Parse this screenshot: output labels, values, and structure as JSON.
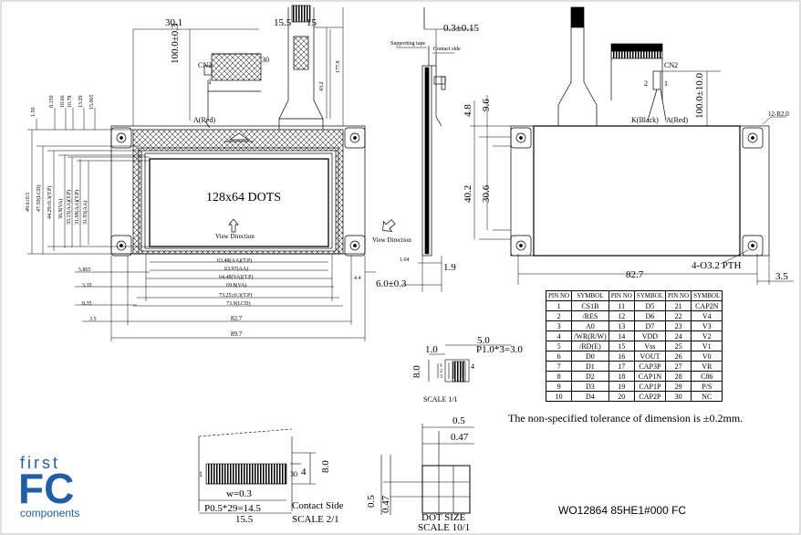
{
  "front_view": {
    "dim_top": "30.1",
    "dim_cable_height": "100.0±0.3",
    "connector": "CN2",
    "pin30": "30",
    "pin1_top": "1",
    "dim_cable_15_5": "15.5",
    "dim_cable_15": "15",
    "dim_43_2": "43.2",
    "dim_177_8": "177.8",
    "anode": "A(Red)",
    "display_text": "128x64 DOTS",
    "view_direction": "View Direction",
    "aa_labels": [
      "63.48(AA)(T.P)",
      "63.97(AA)",
      "64.48(VA)(T.P)",
      "69.8(VA)",
      "73.25±0.3(T.P)",
      "73.9(LCD)"
    ],
    "bottom_dims": [
      "82.7",
      "89.7"
    ],
    "left_dims": [
      "5.865",
      "3.35",
      "8.35",
      "3.5"
    ],
    "left_vert_dims": [
      "49.6±0.5",
      "47.50(LCD)",
      "44.29±0.3(T.P)",
      "36.9(VA)",
      "33.15(AA)(T.P)",
      "31.98(AA)(T.P)",
      "31.93(AA)"
    ],
    "top_vert_dims": [
      "1.50",
      "8.150",
      "10.66",
      "10.78",
      "13.29",
      "15.065"
    ],
    "dim_4_4": "4.4"
  },
  "side_view": {
    "dim_0_3": "0.3±0.15",
    "supporting_tape": "Supporting tape",
    "contact_side": "Contact side",
    "dim_1_04": "1.04",
    "dim_1_9": "1.9",
    "dim_6_0": "6.0±0.3",
    "view_direction": "View Direction"
  },
  "rear_view": {
    "connector": "CN2",
    "pin2": "2",
    "pin1": "1",
    "dim_100": "100.0±10.0",
    "cathode": "K(Black)",
    "anode": "A(Red)",
    "dim_4_8": "4.8",
    "dim_9_6": "9.6",
    "dim_40_2": "40.2",
    "dim_30_6": "30.6",
    "radius": "12-R2.0",
    "hole": "4-O3.2 PTH",
    "dim_82_7": "82.7",
    "dim_3_5": "3.5"
  },
  "pin_table": {
    "headers": [
      "PIN NO",
      "SYMBOL",
      "PIN NO",
      "SYMBOL",
      "PIN NO",
      "SYMBOL"
    ],
    "rows": [
      [
        "1",
        "CS1B",
        "11",
        "D5",
        "21",
        "CAP2N"
      ],
      [
        "2",
        "/RES",
        "12",
        "D6",
        "22",
        "V4"
      ],
      [
        "3",
        "A0",
        "13",
        "D7",
        "23",
        "V3"
      ],
      [
        "4",
        "/WR(R/W)",
        "14",
        "VDD",
        "24",
        "V2"
      ],
      [
        "5",
        "/RD(E)",
        "15",
        "Vss",
        "25",
        "V1"
      ],
      [
        "6",
        "D0",
        "16",
        "VOUT",
        "26",
        "V0"
      ],
      [
        "7",
        "D1",
        "17",
        "CAP3P",
        "27",
        "VR"
      ],
      [
        "8",
        "D2",
        "18",
        "CAP1N",
        "28",
        "C86"
      ],
      [
        "9",
        "D3",
        "19",
        "CAP1P",
        "29",
        "P/S"
      ],
      [
        "10",
        "D4",
        "20",
        "CAP2P",
        "30",
        "NC"
      ]
    ]
  },
  "connector_detail": {
    "dim_5_0": "5.0",
    "dim_1_0": "1.0",
    "pitch": "P1.0*3=3.0",
    "dim_8_0": "8.0",
    "pins": [
      "1",
      "2",
      "3",
      "4"
    ],
    "scale": "SCALE 1/1"
  },
  "tolerance_note": "The non-specified tolerance of dimension is ±0.2mm.",
  "fpc_detail": {
    "pin1": "1",
    "pin30": "30",
    "dim_4": "4",
    "dim_8_0": "8.0",
    "width": "w=0.3",
    "pitch": "P0.5*29=14.5",
    "dim_15_5": "15.5",
    "contact_side": "Contact Side",
    "scale": "SCALE 2/1"
  },
  "dot_size": {
    "dim_0_5_top": "0.5",
    "dim_0_47_top": "0.47",
    "dim_0_5_left": "0.5",
    "dim_0_47_left": "0.47",
    "title": "DOT SIZE",
    "scale": "SCALE 10/1"
  },
  "model": "WO12864 85HE1#000 FC",
  "logo": {
    "line1": "first",
    "line2": "FC",
    "line3": "components",
    "color": "#1f5fa8"
  }
}
